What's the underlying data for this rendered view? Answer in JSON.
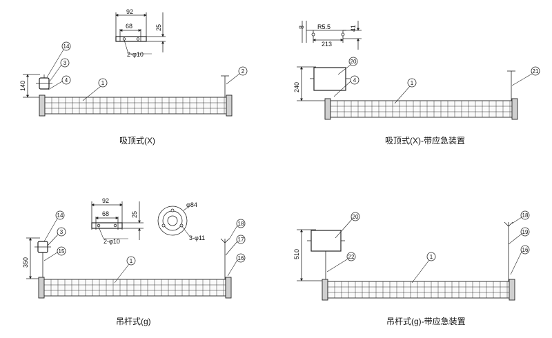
{
  "captions": {
    "top_left": "吸顶式(X)",
    "top_right": "吸顶式(X)-带应急装置",
    "bottom_left": "吊杆式(g)",
    "bottom_right": "吊杆式(g)-带应急装置"
  },
  "dimensions": {
    "d92": "92",
    "d68": "68",
    "d25": "25",
    "hole_2x10": "2-φ10",
    "d140": "140",
    "d240": "240",
    "d8": "8",
    "r55": "R5.5",
    "d41": "41",
    "d213": "213",
    "d84": "φ84",
    "hole_3x11": "3-φ11",
    "d350": "350",
    "d510": "510"
  },
  "balloons": {
    "b1": "1",
    "b2": "2",
    "b3": "3",
    "b4": "4",
    "b14": "14",
    "b15": "15",
    "b16": "16",
    "b17": "17",
    "b18": "18",
    "b19": "19",
    "b20": "20",
    "b21": "21",
    "b22": "22"
  }
}
